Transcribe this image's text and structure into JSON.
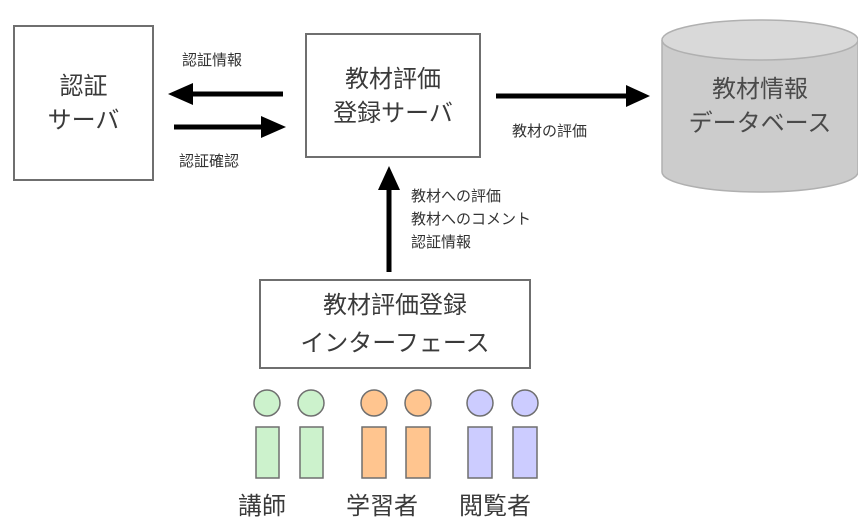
{
  "auth_server": {
    "lines": [
      "認証",
      "サーバ"
    ]
  },
  "eval_server": {
    "lines": [
      "教材評価",
      "登録サーバ"
    ]
  },
  "database": {
    "lines": [
      "教材情報",
      "データベース"
    ]
  },
  "eval_interface": {
    "lines": [
      "教材評価登録",
      "インターフェース"
    ]
  },
  "arrows": {
    "auth_info": "認証情報",
    "auth_confirm": "認証確認",
    "material_eval": "教材の評価",
    "upload_items": [
      "教材への評価",
      "教材へのコメント",
      "認証情報"
    ]
  },
  "roles": [
    {
      "label": "講師",
      "color": "#ccf2cc"
    },
    {
      "label": "学習者",
      "color": "#ffc58f"
    },
    {
      "label": "閲覧者",
      "color": "#ccccff"
    }
  ],
  "colors": {
    "box_border": "#6f6f6f",
    "arrow": "#000000",
    "db_fill": "#cccccc",
    "db_top": "#d9d9d9",
    "lecturer": "#ccf2cc",
    "learner": "#ffc58f",
    "viewer": "#ccccff"
  }
}
